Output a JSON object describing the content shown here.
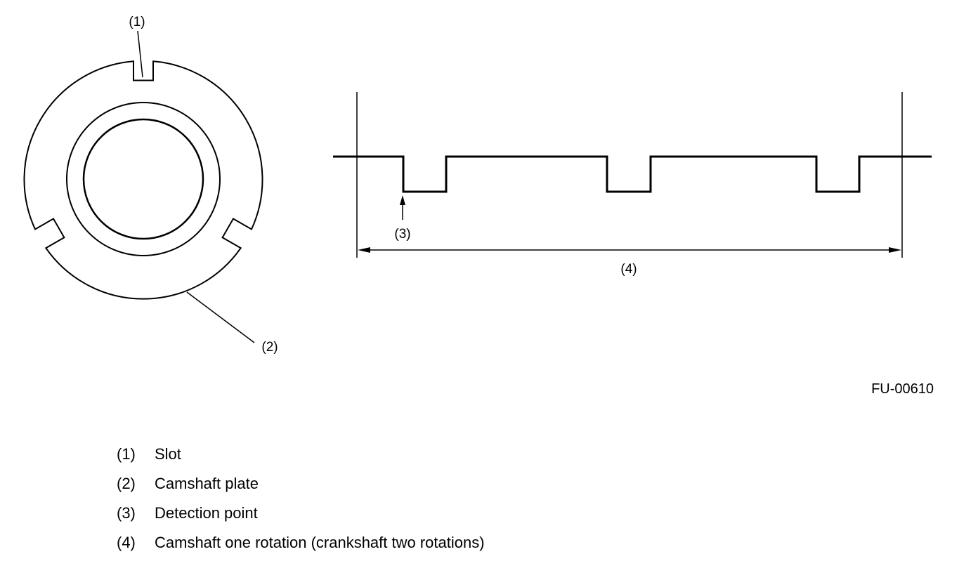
{
  "figure": {
    "code": "FU-00610",
    "callouts": {
      "slot": "(1)",
      "camshaft_plate": "(2)",
      "detection_point": "(3)",
      "one_rotation": "(4)"
    },
    "signal": {
      "pulses_per_rotation": 3
    }
  },
  "legend": [
    {
      "number": "(1)",
      "text": "Slot"
    },
    {
      "number": "(2)",
      "text": "Camshaft plate"
    },
    {
      "number": "(3)",
      "text": "Detection point"
    },
    {
      "number": "(4)",
      "text": "Camshaft one rotation (crankshaft two rotations)"
    }
  ]
}
